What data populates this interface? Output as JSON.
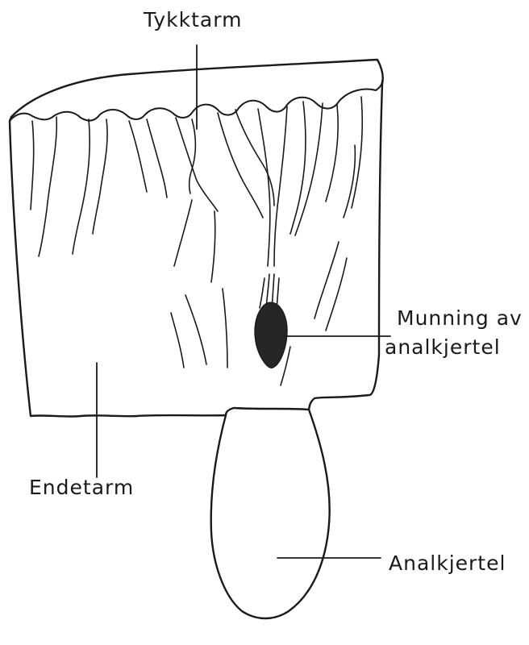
{
  "labels": {
    "colon": "Tykktarm",
    "gland_opening_line1": "Munning av",
    "gland_opening_line2": "analkjertel",
    "rectum": "Endetarm",
    "anal_gland": "Analkjertel"
  }
}
